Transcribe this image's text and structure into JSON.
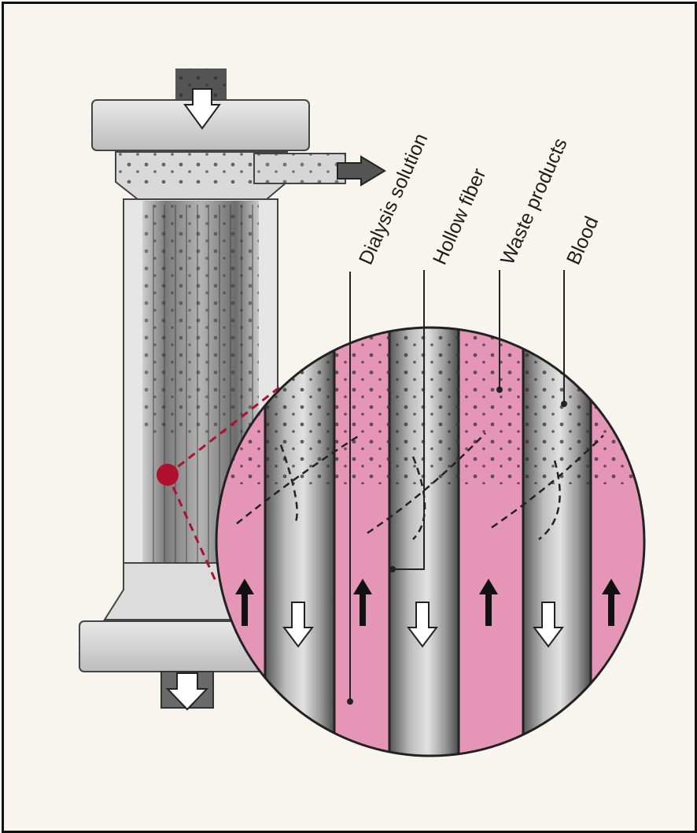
{
  "labels": {
    "dialysis_solution": "Dialysis solution",
    "hollow_fiber": "Hollow fiber",
    "waste_products": "Waste products",
    "blood": "Blood"
  },
  "colors": {
    "dialysate_pink": "#e596b6",
    "fiber_gray": "#a8a8a8",
    "background": "#f7f5ee",
    "marker_red": "#b0102e"
  },
  "icon_names": [
    "arrow-down-icon",
    "arrow-up-icon",
    "arrow-right-icon",
    "curved-arrow-icon"
  ]
}
